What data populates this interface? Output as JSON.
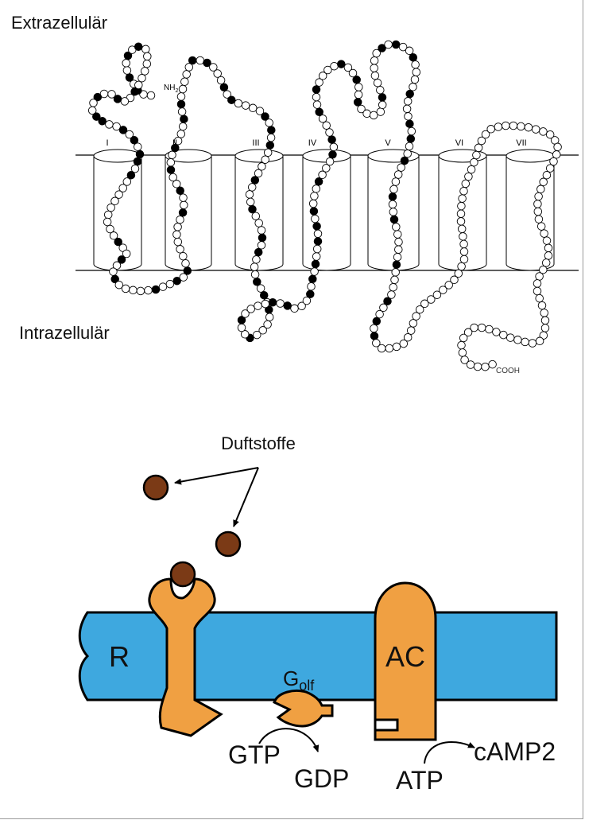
{
  "top": {
    "extracellular": "Extrazellulär",
    "intracellular": "Intrazellulär",
    "nh2": "NH",
    "nh2_sub": "2",
    "cooh": "COOH",
    "helices": [
      "I",
      "II",
      "III",
      "IV",
      "V",
      "VI",
      "VII"
    ]
  },
  "bottom": {
    "odorants": "Duftstoffe",
    "receptor": "R",
    "gprotein": "G",
    "gprotein_sub": "olf",
    "cyclase": "AC",
    "gtp": "GTP",
    "gdp": "GDP",
    "atp": "ATP",
    "camp": "cAMP",
    "camp_superscript": "2"
  },
  "colors": {
    "membrane": "#3ea8df",
    "protein": "#f0a042",
    "odorant": "#7b3a16",
    "residue_dark": "#000000",
    "residue_light": "#ffffff"
  }
}
